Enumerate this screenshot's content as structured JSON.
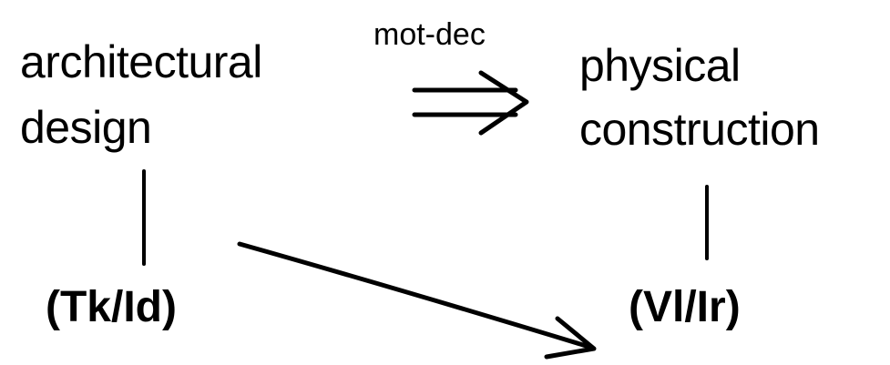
{
  "diagram": {
    "nodes": {
      "architectural_design": {
        "line1": "architectural",
        "line2": "design",
        "label": "(Tk/Id)"
      },
      "physical_construction": {
        "line1": "physical",
        "line2": "construction",
        "label": "(Vl/Ir)"
      }
    },
    "edges": {
      "implication": {
        "label": "mot-dec",
        "from": "architectural design",
        "to": "physical construction"
      },
      "diagonal": {
        "from": "(Tk/Id)",
        "to": "(Vl/Ir)"
      }
    },
    "colors": {
      "ink": "#000000",
      "background": "#ffffff"
    }
  }
}
